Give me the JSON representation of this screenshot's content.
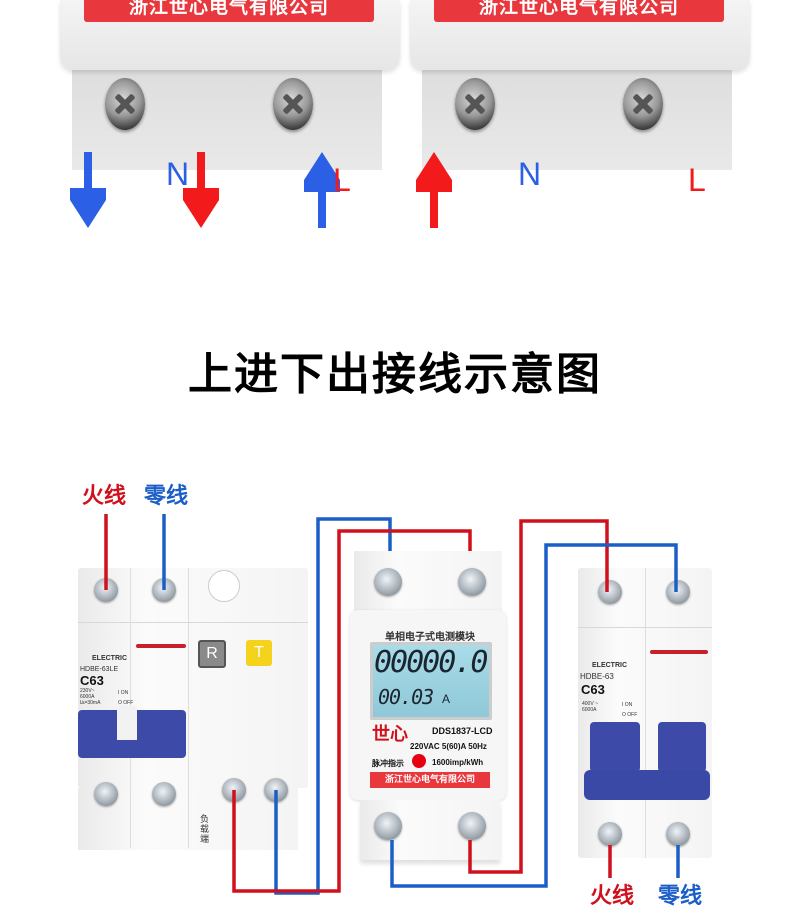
{
  "top_section": {
    "left_meter": {
      "brand": "浙江世心电气有限公司",
      "neutral_label": "N",
      "live_label": "L",
      "direction": "down"
    },
    "right_meter": {
      "brand": "浙江世心电气有限公司",
      "neutral_label": "N",
      "live_label": "L",
      "direction": "up"
    }
  },
  "title": "上进下出接线示意图",
  "colors": {
    "live": "#d0101c",
    "neutral": "#1a5ec8",
    "handle": "#3d4aa8"
  },
  "labels": {
    "top_live": "火线",
    "top_neutral": "零线",
    "bottom_live": "火线",
    "bottom_neutral": "零线"
  },
  "rcbo": {
    "brand": "ELECTRIC",
    "model": "HDBE-63LE",
    "rating": "C63",
    "spec1": "230V~",
    "spec2": "6000A",
    "spec3": "I∆=30mA",
    "on": "I ON",
    "off": "O OFF",
    "reset_button": "R",
    "test_button": "T",
    "load_label": "负载端"
  },
  "meter": {
    "heading": "单相电子式电测模块",
    "energy_reading": "00000.0",
    "current_reading": "00.03",
    "current_unit": "A",
    "logo": "世心",
    "model": "DDS1837-LCD",
    "spec": "220VAC 5(60)A 50Hz",
    "pulse_label": "脉冲指示",
    "constant": "1600imp/kWh",
    "brand": "浙江世心电气有限公司"
  },
  "mcb": {
    "brand": "ELECTRIC",
    "model": "HDBE-63",
    "rating": "C63",
    "spec1": "400V ~",
    "spec2": "6000A",
    "on": "I ON",
    "off": "O OFF"
  }
}
